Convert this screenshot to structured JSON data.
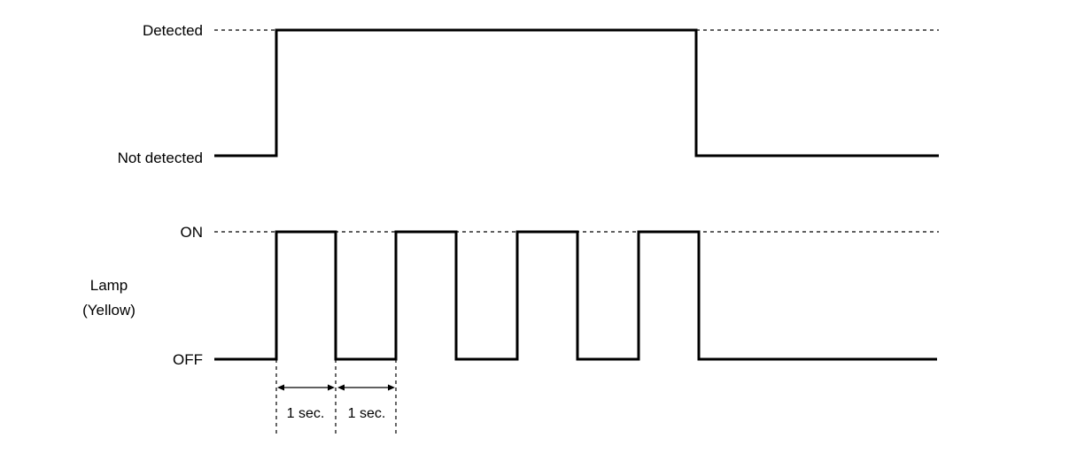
{
  "signal_1": {
    "high_label": "Detected",
    "low_label": "Not detected"
  },
  "signal_2": {
    "name_line_1": "Lamp",
    "name_line_2": "(Yellow)",
    "high_label": "ON",
    "low_label": "OFF"
  },
  "interval_1_label": "1 sec.",
  "interval_2_label": "1 sec."
}
